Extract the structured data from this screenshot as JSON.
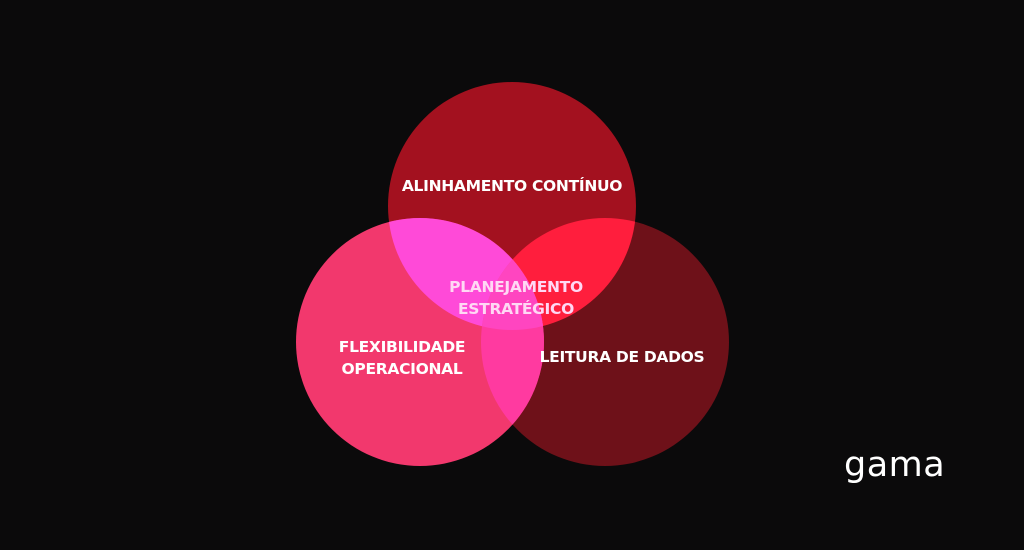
{
  "diagram": {
    "type": "venn",
    "circles": [
      {
        "id": "top",
        "label": "ALINHAMENTO CONTÍNUO",
        "color": "#a3111f"
      },
      {
        "id": "left",
        "label_lines": [
          "FLEXIBILIDADE",
          "OPERACIONAL"
        ],
        "color": "#f2386d"
      },
      {
        "id": "right",
        "label": "LEITURA DE DADOS",
        "color": "#6e1119"
      }
    ],
    "overlaps": {
      "top_left": "#ff4ad8",
      "top_right": "#ff1e3d",
      "left_right": "#ff3aa0",
      "center": "#ff45c0"
    },
    "center_label_lines": [
      "PLANEJAMENTO",
      "ESTRATÉGICO"
    ]
  },
  "brand": {
    "logo_text": "gama"
  },
  "colors": {
    "background": "#0b0a0b",
    "label": "#ffffff",
    "center_label": "#ffd8f4"
  }
}
